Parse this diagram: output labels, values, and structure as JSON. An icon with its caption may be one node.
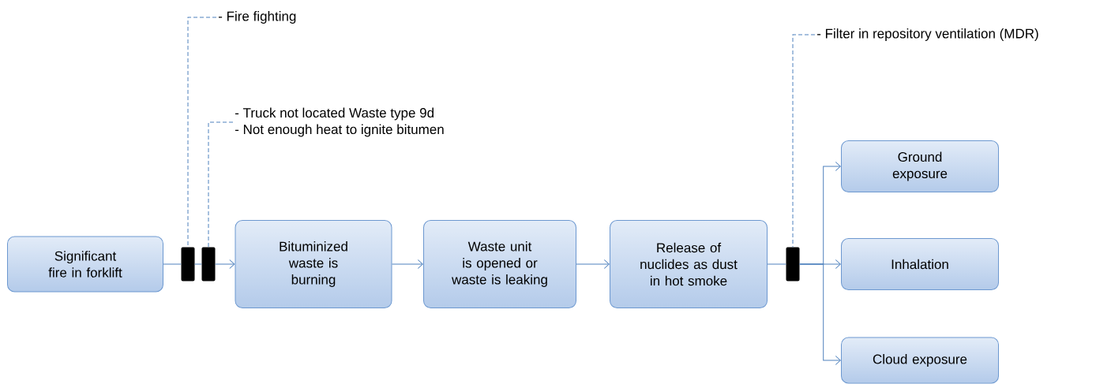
{
  "diagram": {
    "nodes": [
      {
        "text": [
          "Significant fire in forklift"
        ]
      },
      {
        "text": [],
        "shape": "bar"
      },
      {
        "text": [],
        "shape": "bar"
      },
      {
        "text": [
          "Bituminized waste is burning"
        ]
      },
      {
        "text": [
          "Waste unit is opened or waste is leaking"
        ]
      },
      {
        "text": [
          "Release of nuclides as dust in hot smoke"
        ]
      },
      {
        "text": [],
        "shape": "bar"
      },
      {
        "text": [
          "Ground exposure"
        ]
      },
      {
        "text": [
          "Inhalation"
        ]
      },
      {
        "text": [
          "Cloud exposure"
        ]
      },
      {
        "text": [
          "- Fire fighting"
        ]
      },
      {
        "text": [
          "- Truck not located Waste type 9d",
          "- Not enough heat to ignite bitumen"
        ]
      },
      {
        "text": [
          "- Filter in repository ventilation (MDR)"
        ]
      }
    ],
    "edges": [
      {
        "from": 0,
        "to": 1,
        "arrow": "none"
      },
      {
        "from": 1,
        "to": 2,
        "arrow": "none"
      },
      {
        "from": 2,
        "to": 3,
        "arrow": "to"
      },
      {
        "from": 3,
        "to": 4,
        "arrow": "to"
      },
      {
        "from": 4,
        "to": 5,
        "arrow": "to"
      },
      {
        "from": 5,
        "to": 6,
        "arrow": "none"
      },
      {
        "from": 6,
        "to": 7,
        "arrow": "to"
      },
      {
        "from": 6,
        "to": 8,
        "arrow": "to"
      },
      {
        "from": 6,
        "to": 9,
        "arrow": "to"
      },
      {
        "from": 10,
        "to": 1,
        "arrow": "none",
        "style": "dashed"
      },
      {
        "from": 11,
        "to": 2,
        "arrow": "none",
        "style": "dashed"
      },
      {
        "from": 12,
        "to": 6,
        "arrow": "none",
        "style": "dashed"
      }
    ]
  }
}
